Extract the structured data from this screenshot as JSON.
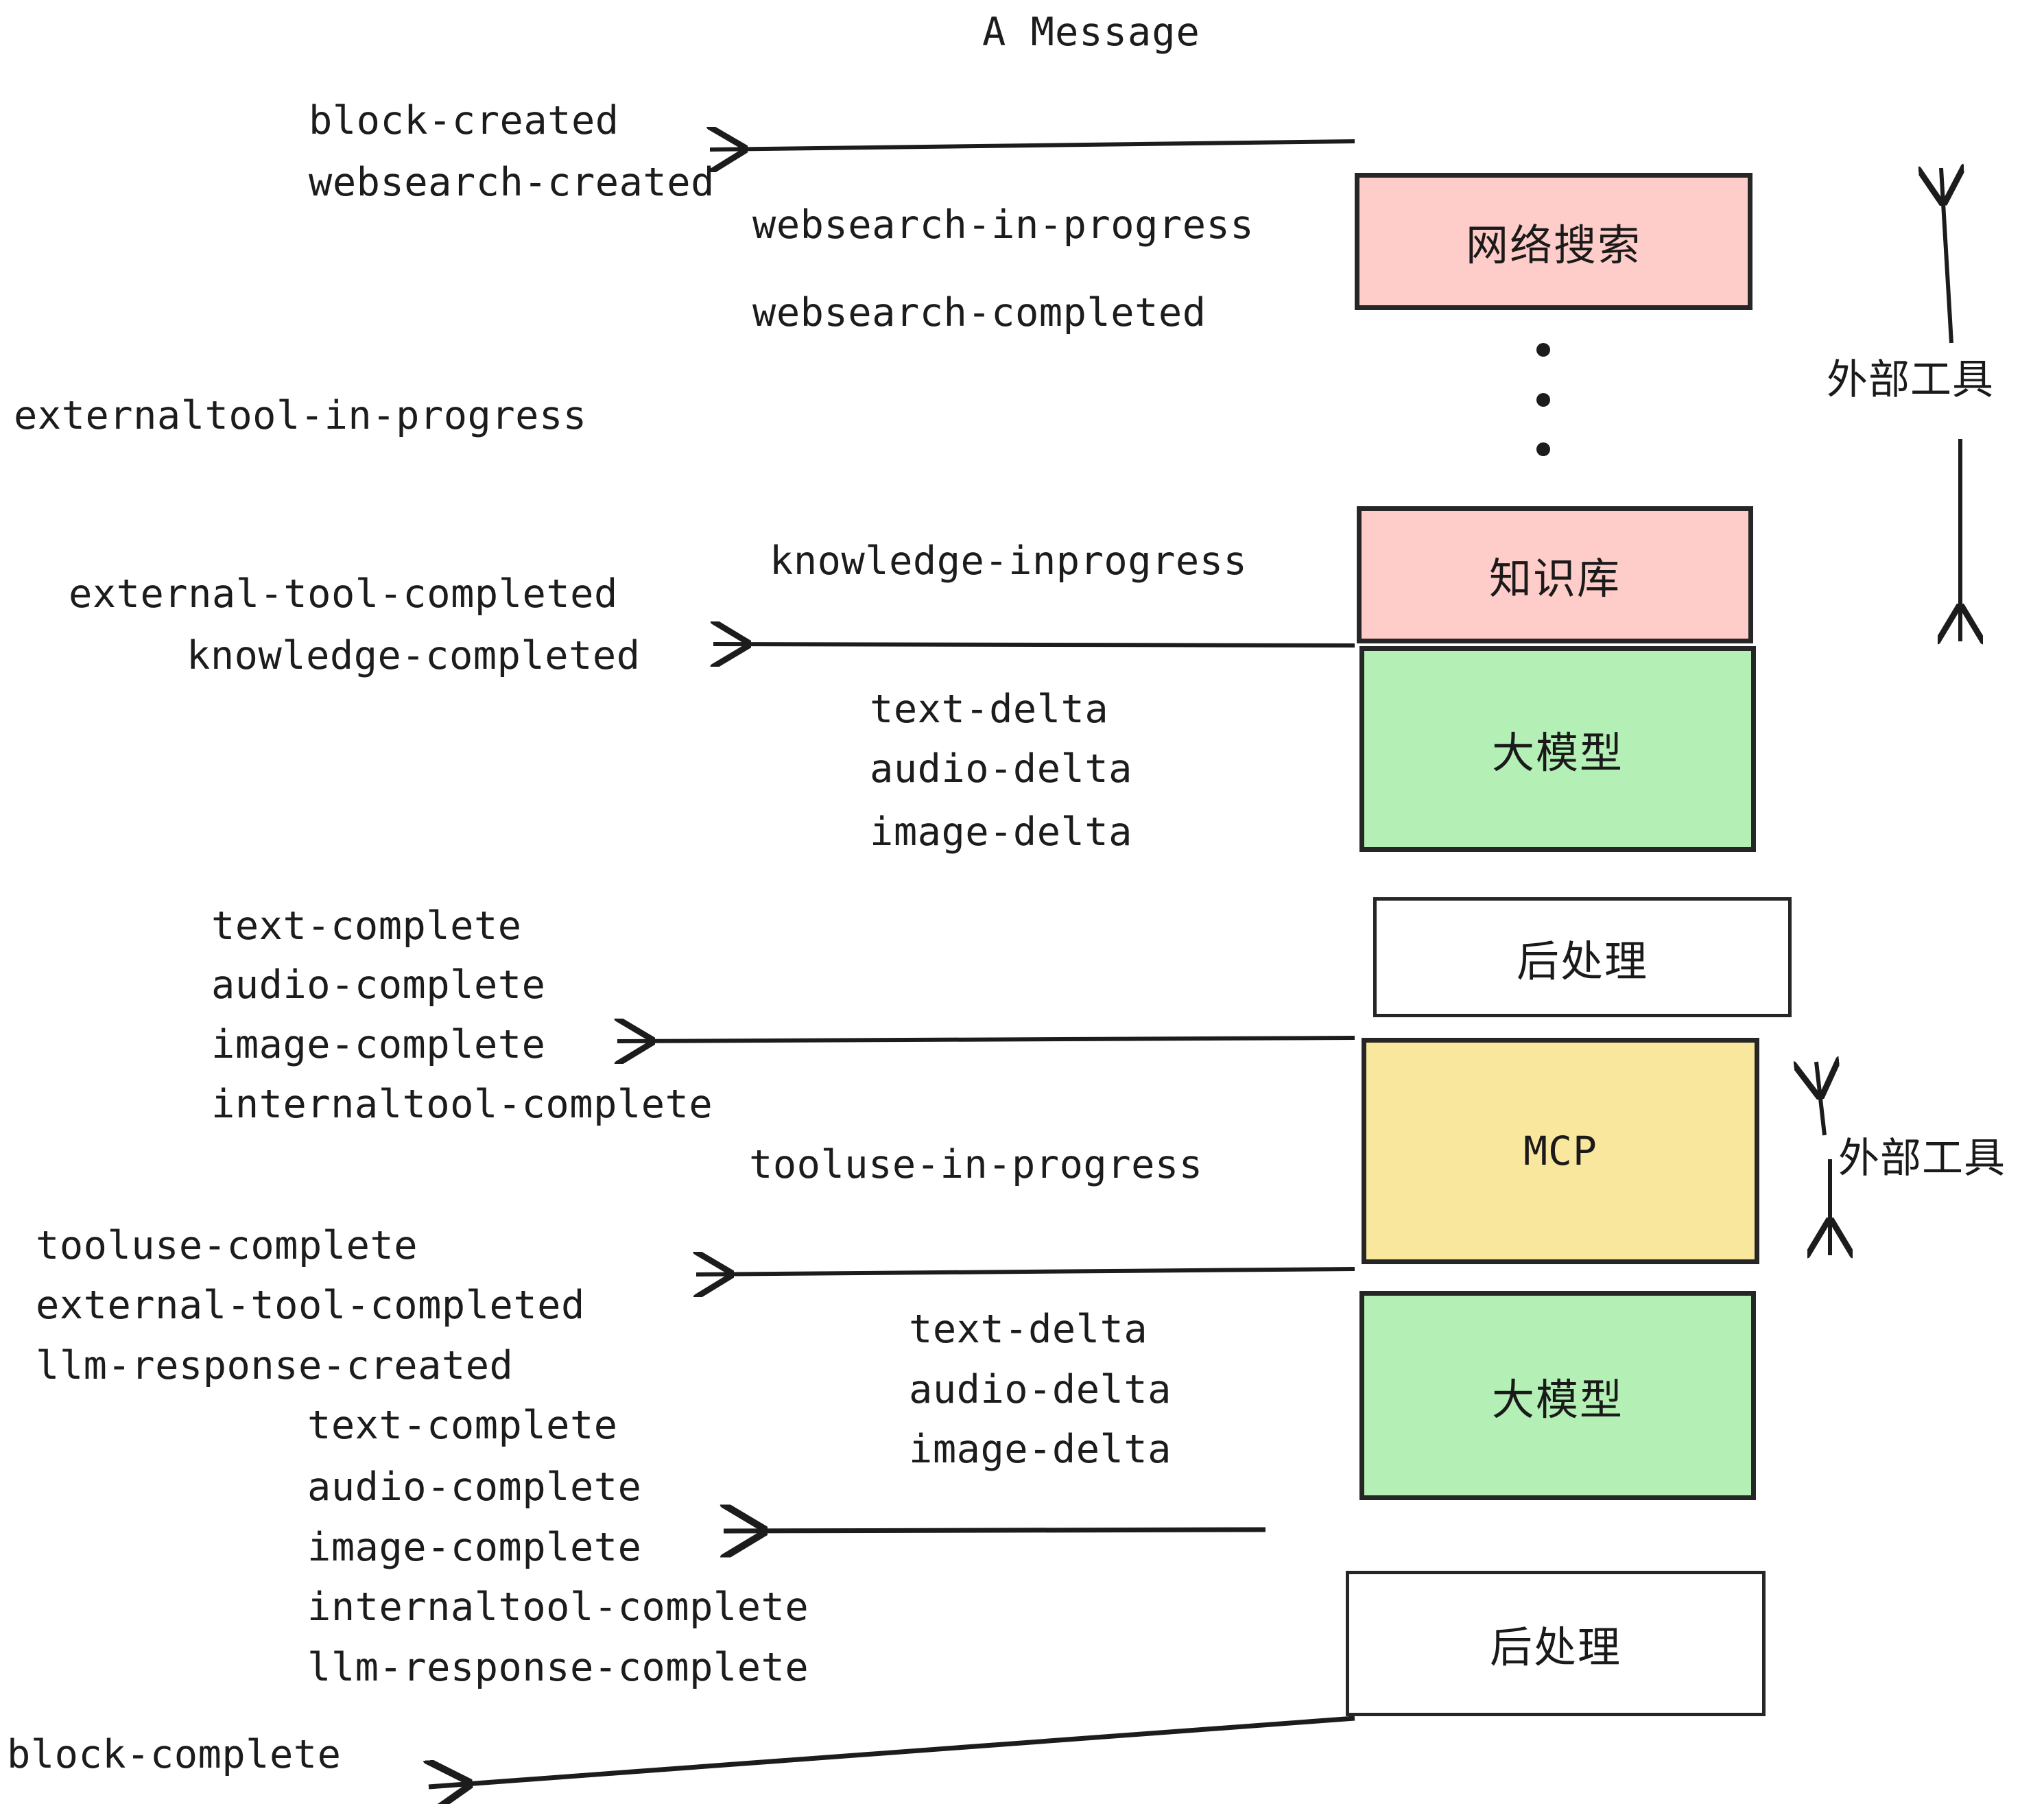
{
  "diagram": {
    "title": "A Message",
    "colors": {
      "pink": "#ffcdc9",
      "green": "#b4f0b6",
      "yellow": "#fae79e",
      "white": "#ffffff",
      "stroke": "#262626",
      "text": "#1c1c1c"
    },
    "boxes": [
      {
        "label": "网络搜索",
        "fill": "pink"
      },
      {
        "label": "知识库",
        "fill": "pink"
      },
      {
        "label": "大模型",
        "fill": "green"
      },
      {
        "label": "后处理",
        "fill": "white"
      },
      {
        "label": "MCP",
        "fill": "yellow"
      },
      {
        "label": "大模型",
        "fill": "green"
      },
      {
        "label": "后处理",
        "fill": "white"
      }
    ],
    "side_labels": [
      {
        "text": "外部工具"
      },
      {
        "text": "外部工具"
      }
    ],
    "events": [
      {
        "text": "block-created"
      },
      {
        "text": "websearch-created"
      },
      {
        "text": "websearch-in-progress"
      },
      {
        "text": "websearch-completed"
      },
      {
        "text": "externaltool-in-progress"
      },
      {
        "text": "knowledge-inprogress"
      },
      {
        "text": "external-tool-completed"
      },
      {
        "text": "knowledge-completed"
      },
      {
        "text": "text-delta"
      },
      {
        "text": "audio-delta"
      },
      {
        "text": "image-delta"
      },
      {
        "text": "text-complete"
      },
      {
        "text": "audio-complete"
      },
      {
        "text": "image-complete"
      },
      {
        "text": "internaltool-complete"
      },
      {
        "text": "tooluse-in-progress"
      },
      {
        "text": "tooluse-complete"
      },
      {
        "text": "external-tool-completed"
      },
      {
        "text": "llm-response-created"
      },
      {
        "text": "text-delta"
      },
      {
        "text": "audio-delta"
      },
      {
        "text": "image-delta"
      },
      {
        "text": "text-complete"
      },
      {
        "text": "audio-complete"
      },
      {
        "text": "image-complete"
      },
      {
        "text": "internaltool-complete"
      },
      {
        "text": "llm-response-complete"
      },
      {
        "text": "block-complete"
      }
    ]
  }
}
